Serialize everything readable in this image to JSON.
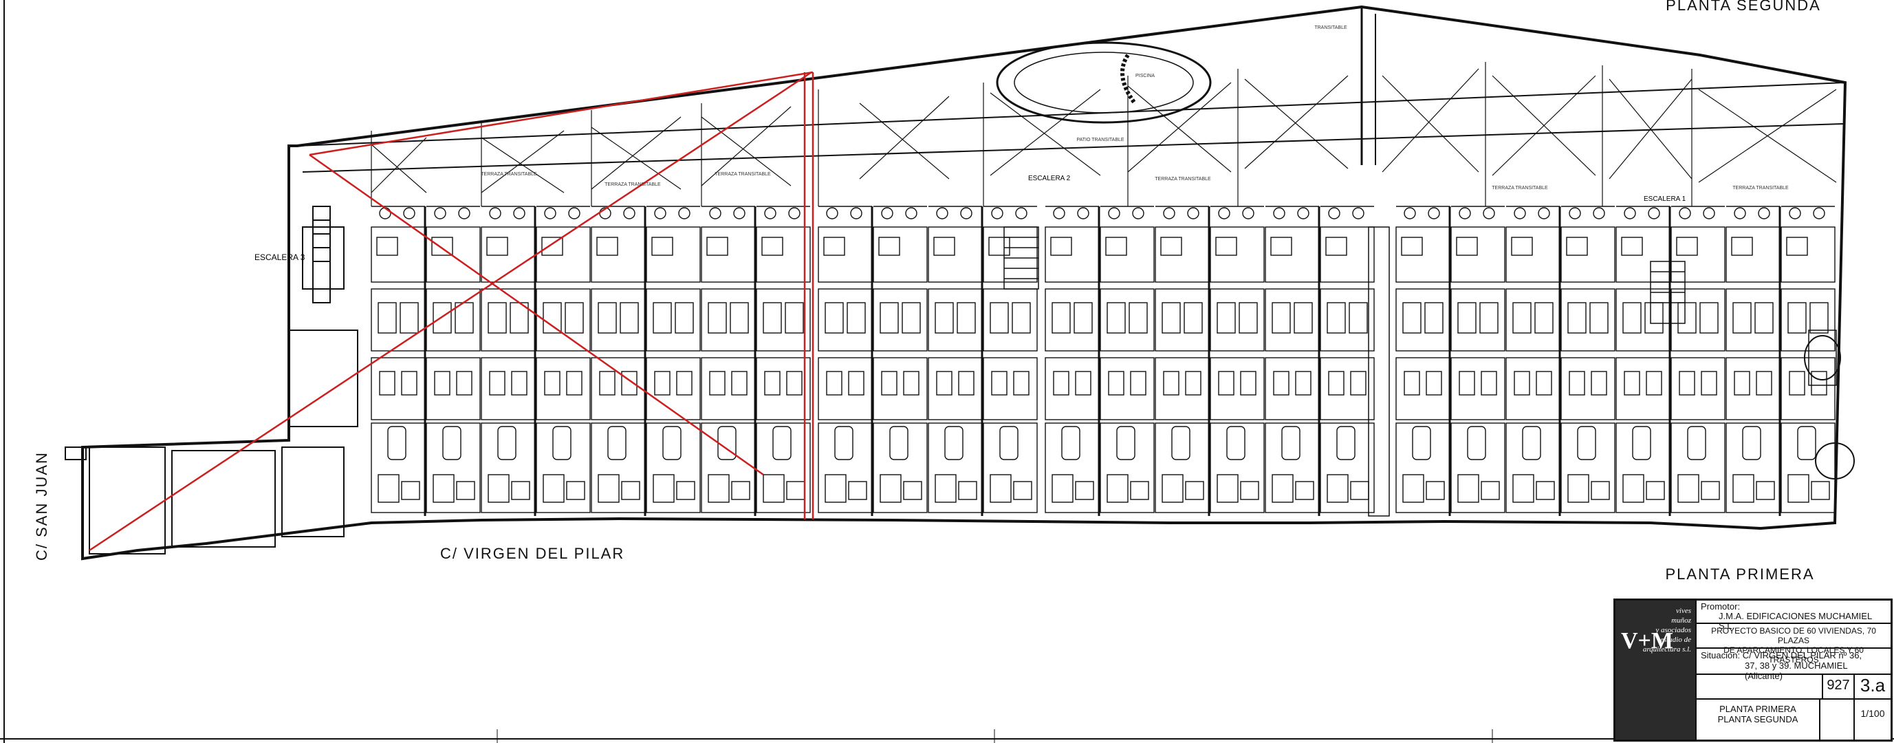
{
  "labels": {
    "planta_segunda": "PLANTA SEGUNDA",
    "planta_primera": "PLANTA PRIMERA",
    "calle_juan": "C/ SAN JUAN",
    "calle_pilar": "C/ VIRGEN DEL PILAR",
    "escalera_3": "ESCALERA 3",
    "escalera_2": "ESCALERA 2",
    "escalera_1": "ESCALERA 1",
    "piscina": "PISCINA",
    "patio_transitable": "PATIO TRANSITABLE",
    "terraza": "TERRAZA TRANSITABLE",
    "transitable": "TRANSITABLE"
  },
  "title_block": {
    "firm_line1": "vives",
    "firm_line2": "muñoz",
    "firm_line3": "y asociados",
    "firm_line4": "estudio de",
    "firm_line5": "arquitectura s.l.",
    "logo_mark": "V+M",
    "promotor_label": "Promotor:",
    "promotor_value": "J.M.A. EDIFICACIONES MUCHAMIEL S.L.",
    "proyecto_line1": "PROYECTO BASICO DE 60 VIVIENDAS, 70 PLAZAS",
    "proyecto_line2": "DE APARCAMIENTO, LOCALES Y 60 TRASTEROS",
    "situacion_label": "Situacion:",
    "situacion_line1": "C/ VIRGEN DEL PILAR nº 36,",
    "situacion_line2": "37, 38 y 39. MUCHAMIEL (Alicante)",
    "expediente": "927",
    "plano": "3.a",
    "titulo_line1": "PLANTA PRIMERA",
    "titulo_line2": "PLANTA SEGUNDA",
    "escala": "1/100"
  },
  "colors": {
    "line": "#111111",
    "red": "#cc1f1f",
    "paper": "#ffffff"
  }
}
